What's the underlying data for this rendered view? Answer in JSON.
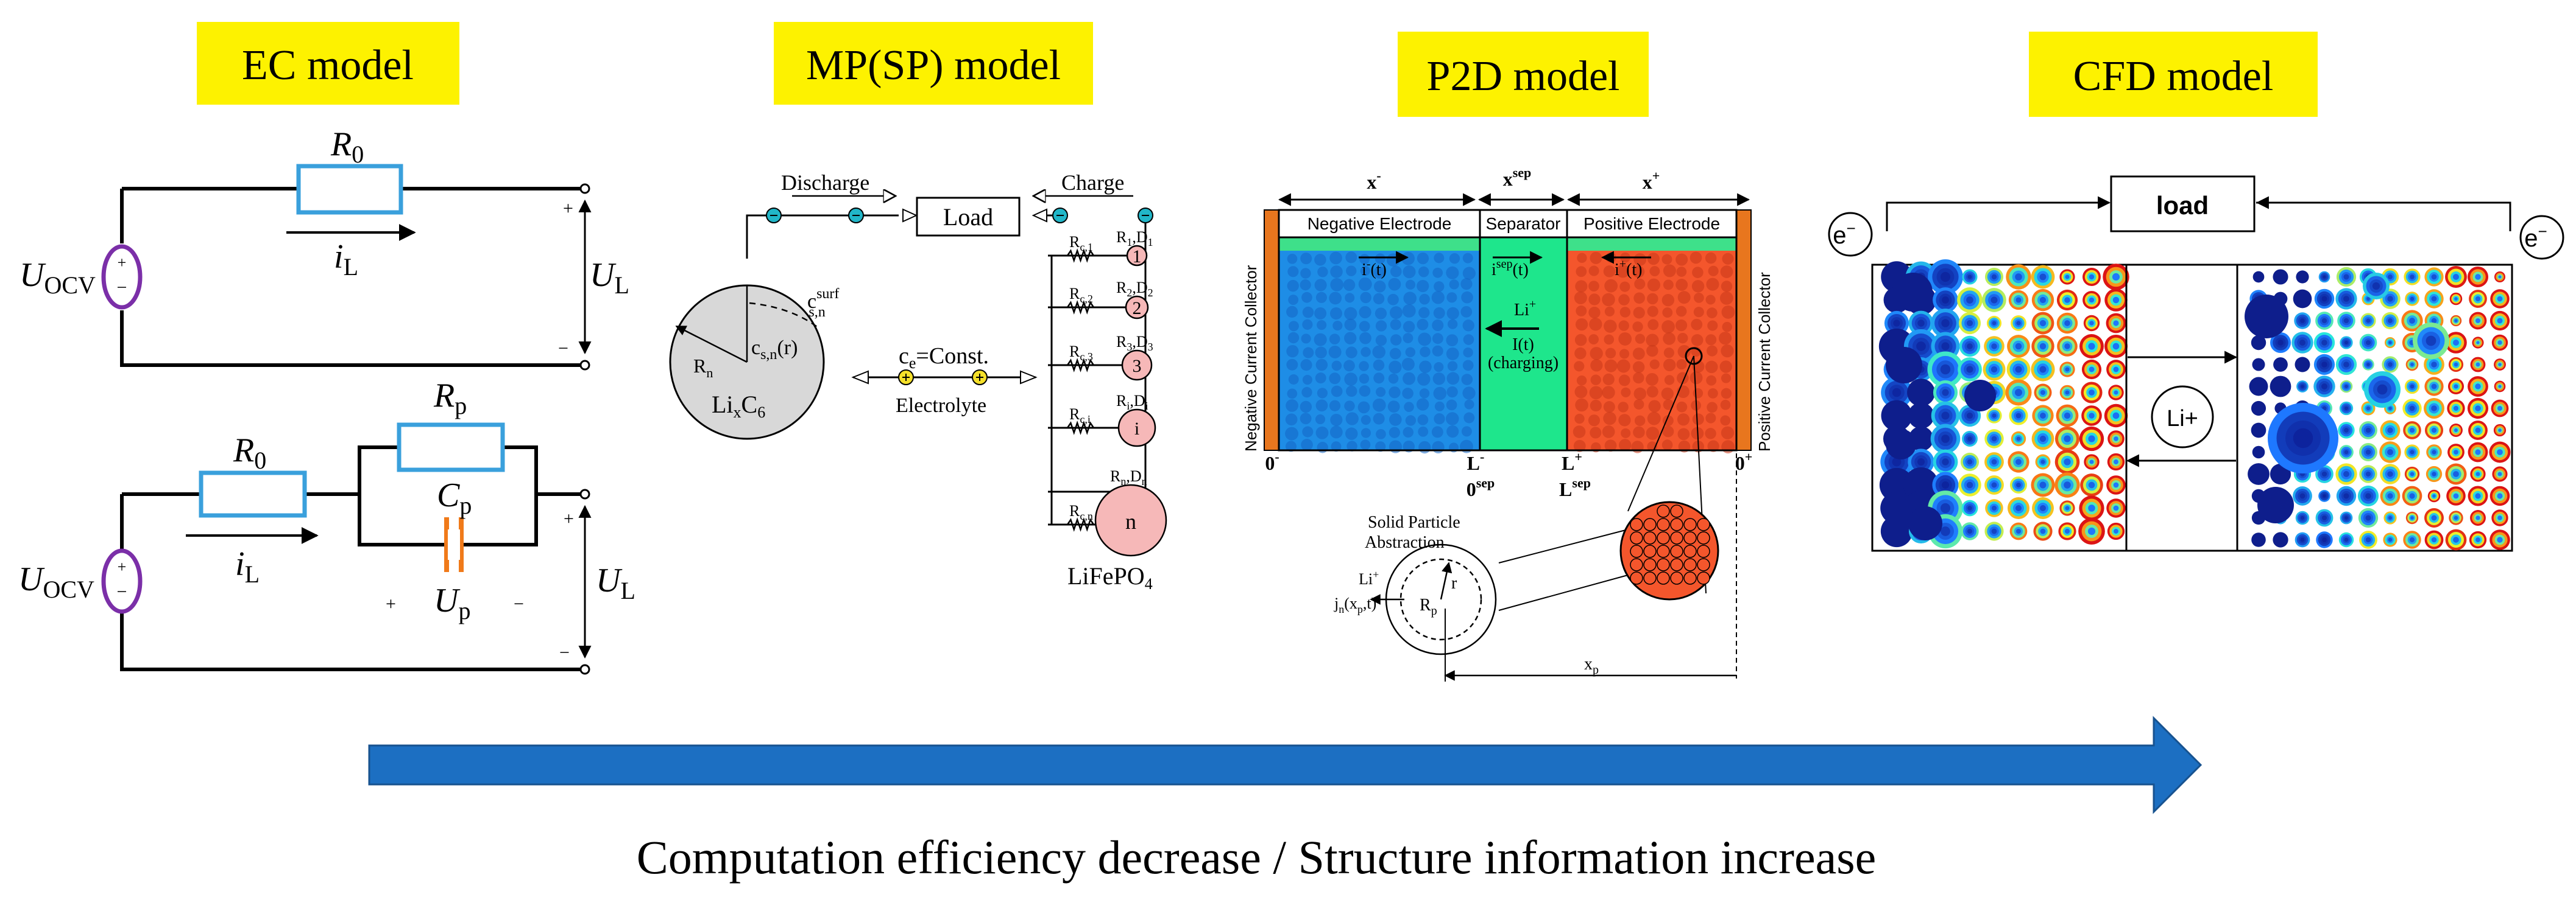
{
  "colors": {
    "title_bg": "#fdf200",
    "resistor": "#3aa0dc",
    "source": "#7b2fa8",
    "capacitor": "#f07a1a",
    "negative_electrode": "#1e8de6",
    "separator": "#1ee68c",
    "positive_electrode": "#f4562c",
    "collector": "#e8761e",
    "electrolyte_top": "#3ee08a",
    "arrow": "#1c6fc2",
    "particle_pink": "#f6b8b8",
    "terminal": "#21b6c8",
    "electrolyte_node": "#f5e02a"
  },
  "titles": {
    "ec": "EC model",
    "mp": "MP(SP) model",
    "p2d": "P2D model",
    "cfd": "CFD model"
  },
  "ec": {
    "top": {
      "r0": "R",
      "r0_sub": "0",
      "il": "i",
      "il_sub": "L",
      "uocv": "U",
      "uocv_sub": "OCV",
      "ul": "U",
      "ul_sub": "L",
      "plus": "+",
      "minus": "−"
    },
    "bottom": {
      "r0": "R",
      "r0_sub": "0",
      "rp": "R",
      "rp_sub": "p",
      "cp": "C",
      "cp_sub": "p",
      "up": "U",
      "up_sub": "p",
      "il": "i",
      "il_sub": "L",
      "uocv": "U",
      "uocv_sub": "OCV",
      "ul": "U",
      "ul_sub": "L",
      "plus": "+",
      "minus": "−"
    }
  },
  "mp": {
    "discharge": "Discharge",
    "charge": "Charge",
    "load": "Load",
    "electrolyte": "Electrolyte",
    "ce": "c",
    "ce_sub": "e",
    "ce_rest": "=Const.",
    "csurf": "c",
    "csurf_sup": "surf",
    "csurf_sub": "s,n",
    "csr": "c",
    "csr_sub": "s,n",
    "csr_rest": "(r)",
    "rn": "R",
    "rn_sub": "n",
    "lixc6_a": "Li",
    "lixc6_b": "x",
    "lixc6_c": "C",
    "lixc6_d": "6",
    "lifepo4": "LiFePO",
    "lifepo4_sub": "4",
    "branches": [
      {
        "rc": "R",
        "rc_sub": "c,1",
        "rd": "R",
        "rd_sub": "1",
        "d": "D",
        "d_sub": "1",
        "n": "1"
      },
      {
        "rc": "R",
        "rc_sub": "c,2",
        "rd": "R",
        "rd_sub": "2",
        "d": "D",
        "d_sub": "2",
        "n": "2"
      },
      {
        "rc": "R",
        "rc_sub": "c,3",
        "rd": "R",
        "rd_sub": "3",
        "d": "D",
        "d_sub": "3",
        "n": "3"
      },
      {
        "rc": "R",
        "rc_sub": "c,i",
        "rd": "R",
        "rd_sub": "i",
        "d": "D",
        "d_sub": "i",
        "n": "i"
      },
      {
        "rc": "R",
        "rc_sub": "c,n",
        "rd": "R",
        "rd_sub": "n",
        "d": "D",
        "d_sub": "n",
        "n": "n"
      }
    ]
  },
  "p2d": {
    "x_minus": "x",
    "x_minus_sup": "-",
    "x_sep": "x",
    "x_sep_sup": "sep",
    "x_plus": "x",
    "x_plus_sup": "+",
    "neg_electrode": "Negative Electrode",
    "separator": "Separator",
    "pos_electrode": "Positive Electrode",
    "neg_collector": "Negative Current Collector",
    "pos_collector": "Positive Current Collector",
    "i_minus": "i",
    "i_minus_sup": "-",
    "i_minus_rest": "(t)",
    "i_sep": "i",
    "i_sep_sup": "sep",
    "i_sep_rest": "(t)",
    "i_plus": "i",
    "i_plus_sup": "+",
    "i_plus_rest": "(t)",
    "li_plus": "Li",
    "li_plus_sup": "+",
    "it": "I(t)",
    "charging": "(charging)",
    "zero_minus": "0",
    "zero_minus_sup": "-",
    "l_minus": "L",
    "l_minus_sup": "-",
    "zero_sep": "0",
    "zero_sep_sup": "sep",
    "l_plus": "L",
    "l_plus_sup": "+",
    "l_sep": "L",
    "l_sep_sup": "sep",
    "zero_plus": "0",
    "zero_plus_sup": "+",
    "solid_particle_1": "Solid Particle",
    "solid_particle_2": "Abstraction",
    "r": "r",
    "rp": "R",
    "rp_sub": "p",
    "li_flux": "Li",
    "li_flux_sup": "+",
    "jn": "j",
    "jn_sub": "n",
    "jn_rest": "(x",
    "jn_rest_sub": "p",
    "jn_end": ",t)",
    "xp": "x",
    "xp_sub": "p"
  },
  "cfd": {
    "load": "load",
    "e_left": "e",
    "e_left_sup": "−",
    "e_right": "e",
    "e_right_sup": "−",
    "li": "Li+"
  },
  "caption": "Computation efficiency decrease / Structure information increase"
}
